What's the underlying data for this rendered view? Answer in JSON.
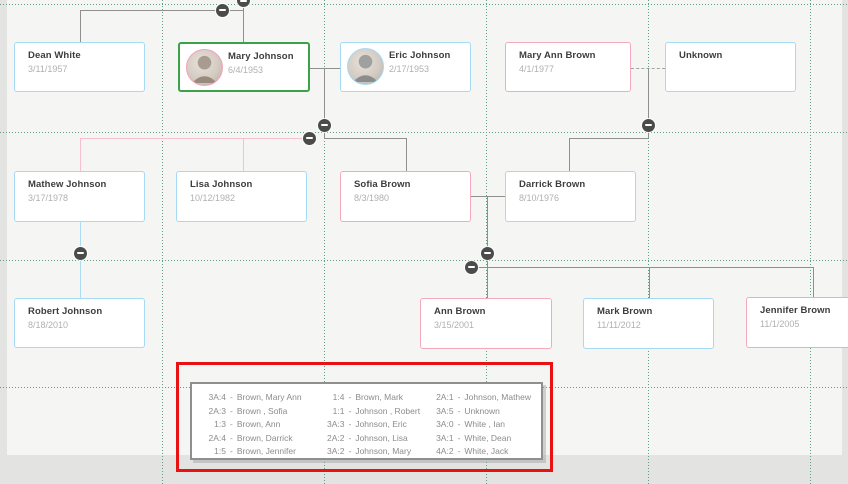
{
  "app": {
    "view": "family-tree-chart"
  },
  "people": [
    {
      "id": "dean-white",
      "name": "Dean White",
      "birth": "3/11/1957",
      "card_color": "blue"
    },
    {
      "id": "mary-johnson",
      "name": "Mary Johnson",
      "birth": "6/4/1953",
      "card_color": "green",
      "has_photo": true,
      "photo_ring": "pink"
    },
    {
      "id": "eric-johnson",
      "name": "Eric Johnson",
      "birth": "2/17/1953",
      "card_color": "blue",
      "has_photo": true,
      "photo_ring": "blue"
    },
    {
      "id": "mary-ann-brown",
      "name": "Mary Ann Brown",
      "birth": "4/1/1977",
      "card_color": "pink"
    },
    {
      "id": "unknown",
      "name": "Unknown",
      "birth": "",
      "card_color": "blue"
    },
    {
      "id": "mathew-johnson",
      "name": "Mathew Johnson",
      "birth": "3/17/1978",
      "card_color": "blue"
    },
    {
      "id": "lisa-johnson",
      "name": "Lisa Johnson",
      "birth": "10/12/1982",
      "card_color": "blue"
    },
    {
      "id": "sofia-brown",
      "name": "Sofia Brown",
      "birth": "8/3/1980",
      "card_color": "pink"
    },
    {
      "id": "darrick-brown",
      "name": "Darrick Brown",
      "birth": "8/10/1976",
      "card_color": "blue"
    },
    {
      "id": "robert-johnson",
      "name": "Robert Johnson",
      "birth": "8/18/2010",
      "card_color": "blue"
    },
    {
      "id": "ann-brown",
      "name": "Ann Brown",
      "birth": "3/15/2001",
      "card_color": "pink"
    },
    {
      "id": "mark-brown",
      "name": "Mark Brown",
      "birth": "11/11/2012",
      "card_color": "blue"
    },
    {
      "id": "jennifer-brown",
      "name": "Jennifer Brown",
      "birth": "11/1/2005",
      "card_color": "pink"
    }
  ],
  "legend": {
    "separator": "-",
    "columns": [
      {
        "rows": [
          {
            "code": "3A:4",
            "name": "Brown, Mary Ann"
          },
          {
            "code": "2A:3",
            "name": "Brown , Sofia"
          },
          {
            "code": "1:3",
            "name": "Brown, Ann"
          },
          {
            "code": "2A:4",
            "name": "Brown, Darrick"
          },
          {
            "code": "1:5",
            "name": "Brown, Jennifer"
          }
        ]
      },
      {
        "rows": [
          {
            "code": "1:4",
            "name": "Brown, Mark"
          },
          {
            "code": "1:1",
            "name": "Johnson , Robert"
          },
          {
            "code": "3A:3",
            "name": "Johnson, Eric"
          },
          {
            "code": "2A:2",
            "name": "Johnson, Lisa"
          },
          {
            "code": "3A:2",
            "name": "Johnson, Mary"
          }
        ]
      },
      {
        "rows": [
          {
            "code": "2A:1",
            "name": "Johnson, Mathew"
          },
          {
            "code": "3A:5",
            "name": "Unknown"
          },
          {
            "code": "3A:0",
            "name": "White , Ian"
          },
          {
            "code": "3A:1",
            "name": "White, Dean"
          },
          {
            "code": "4A:2",
            "name": "White, Jack"
          }
        ]
      }
    ]
  },
  "icons": {
    "collapse": "minus-circle"
  },
  "colors": {
    "card_border_blue": "#a6d9f3",
    "card_border_pink": "#f3aabf",
    "card_border_green": "#3da04b",
    "connector_gray": "#8f8f8f",
    "connector_pink": "#f6c0ce",
    "connector_blue": "#abdcf4",
    "gridline": "#5e9f81",
    "highlight_red": "#e91212",
    "collapse_button": "#4b4b4b"
  }
}
